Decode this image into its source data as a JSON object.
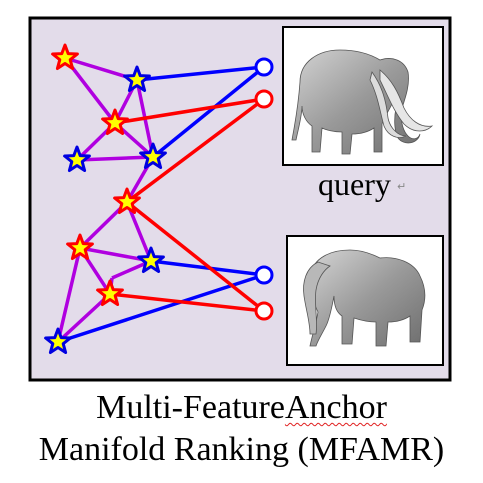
{
  "diagram": {
    "background_color": "#e3dcea",
    "query_label": "query",
    "caption_line_1_left": "Multi-Feature",
    "caption_line_1_right": "Anchor",
    "caption_line_2": "Manifold Ranking (MFAMR)",
    "edge_colors": {
      "purple": "#b000e0",
      "red": "#ff0000",
      "blue": "#0000ff"
    },
    "star_colors": {
      "red_star_stroke": "#ff0000",
      "blue_star_stroke": "#0000e0",
      "star_fill": "#ffff00"
    },
    "images": [
      {
        "name": "query-model-image",
        "depicts": "mammoth-3d-model"
      },
      {
        "name": "retrieved-model-image",
        "depicts": "elephant-3d-model"
      }
    ]
  }
}
